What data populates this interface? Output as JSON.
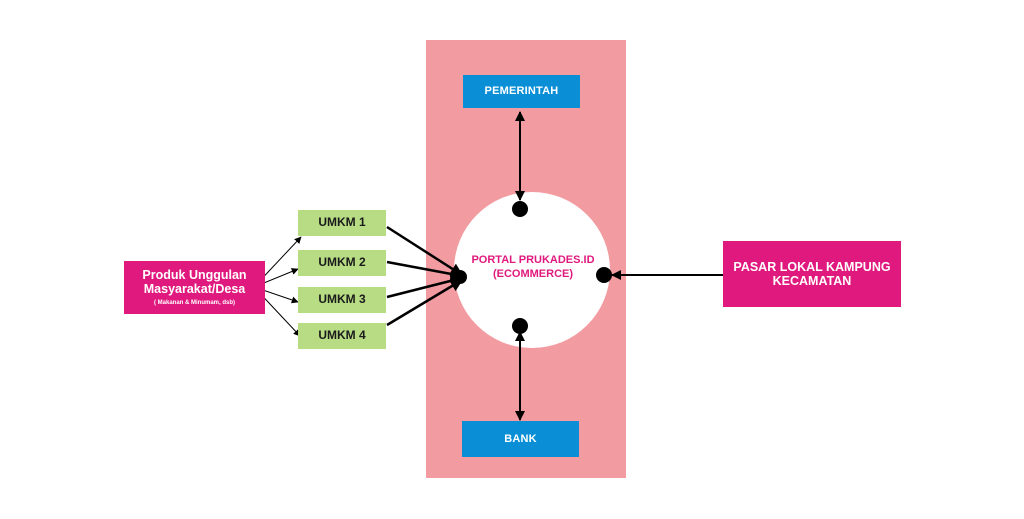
{
  "colors": {
    "panel": "#f29ba0",
    "blue_box": "#0a8fd6",
    "pink_box": "#e0197e",
    "umkm_box": "#b7dc84",
    "portal_circle": "#ffffff",
    "line": "#000000"
  },
  "nodes": {
    "pemerintah": "PEMERINTAH",
    "bank": "BANK",
    "portal": {
      "line1": "PORTAL PRUKADES.ID",
      "line2": "(ECOMMERCE)"
    },
    "produk": {
      "line1": "Produk Unggulan",
      "line2": "Masyarakat/Desa",
      "note": "( Makanan & Minumam, dsb)"
    },
    "pasar": {
      "line1": "PASAR LOKAL KAMPUNG",
      "line2": "KECAMATAN"
    },
    "umkm": [
      "UMKM 1",
      "UMKM 2",
      "UMKM 3",
      "UMKM 4"
    ]
  }
}
